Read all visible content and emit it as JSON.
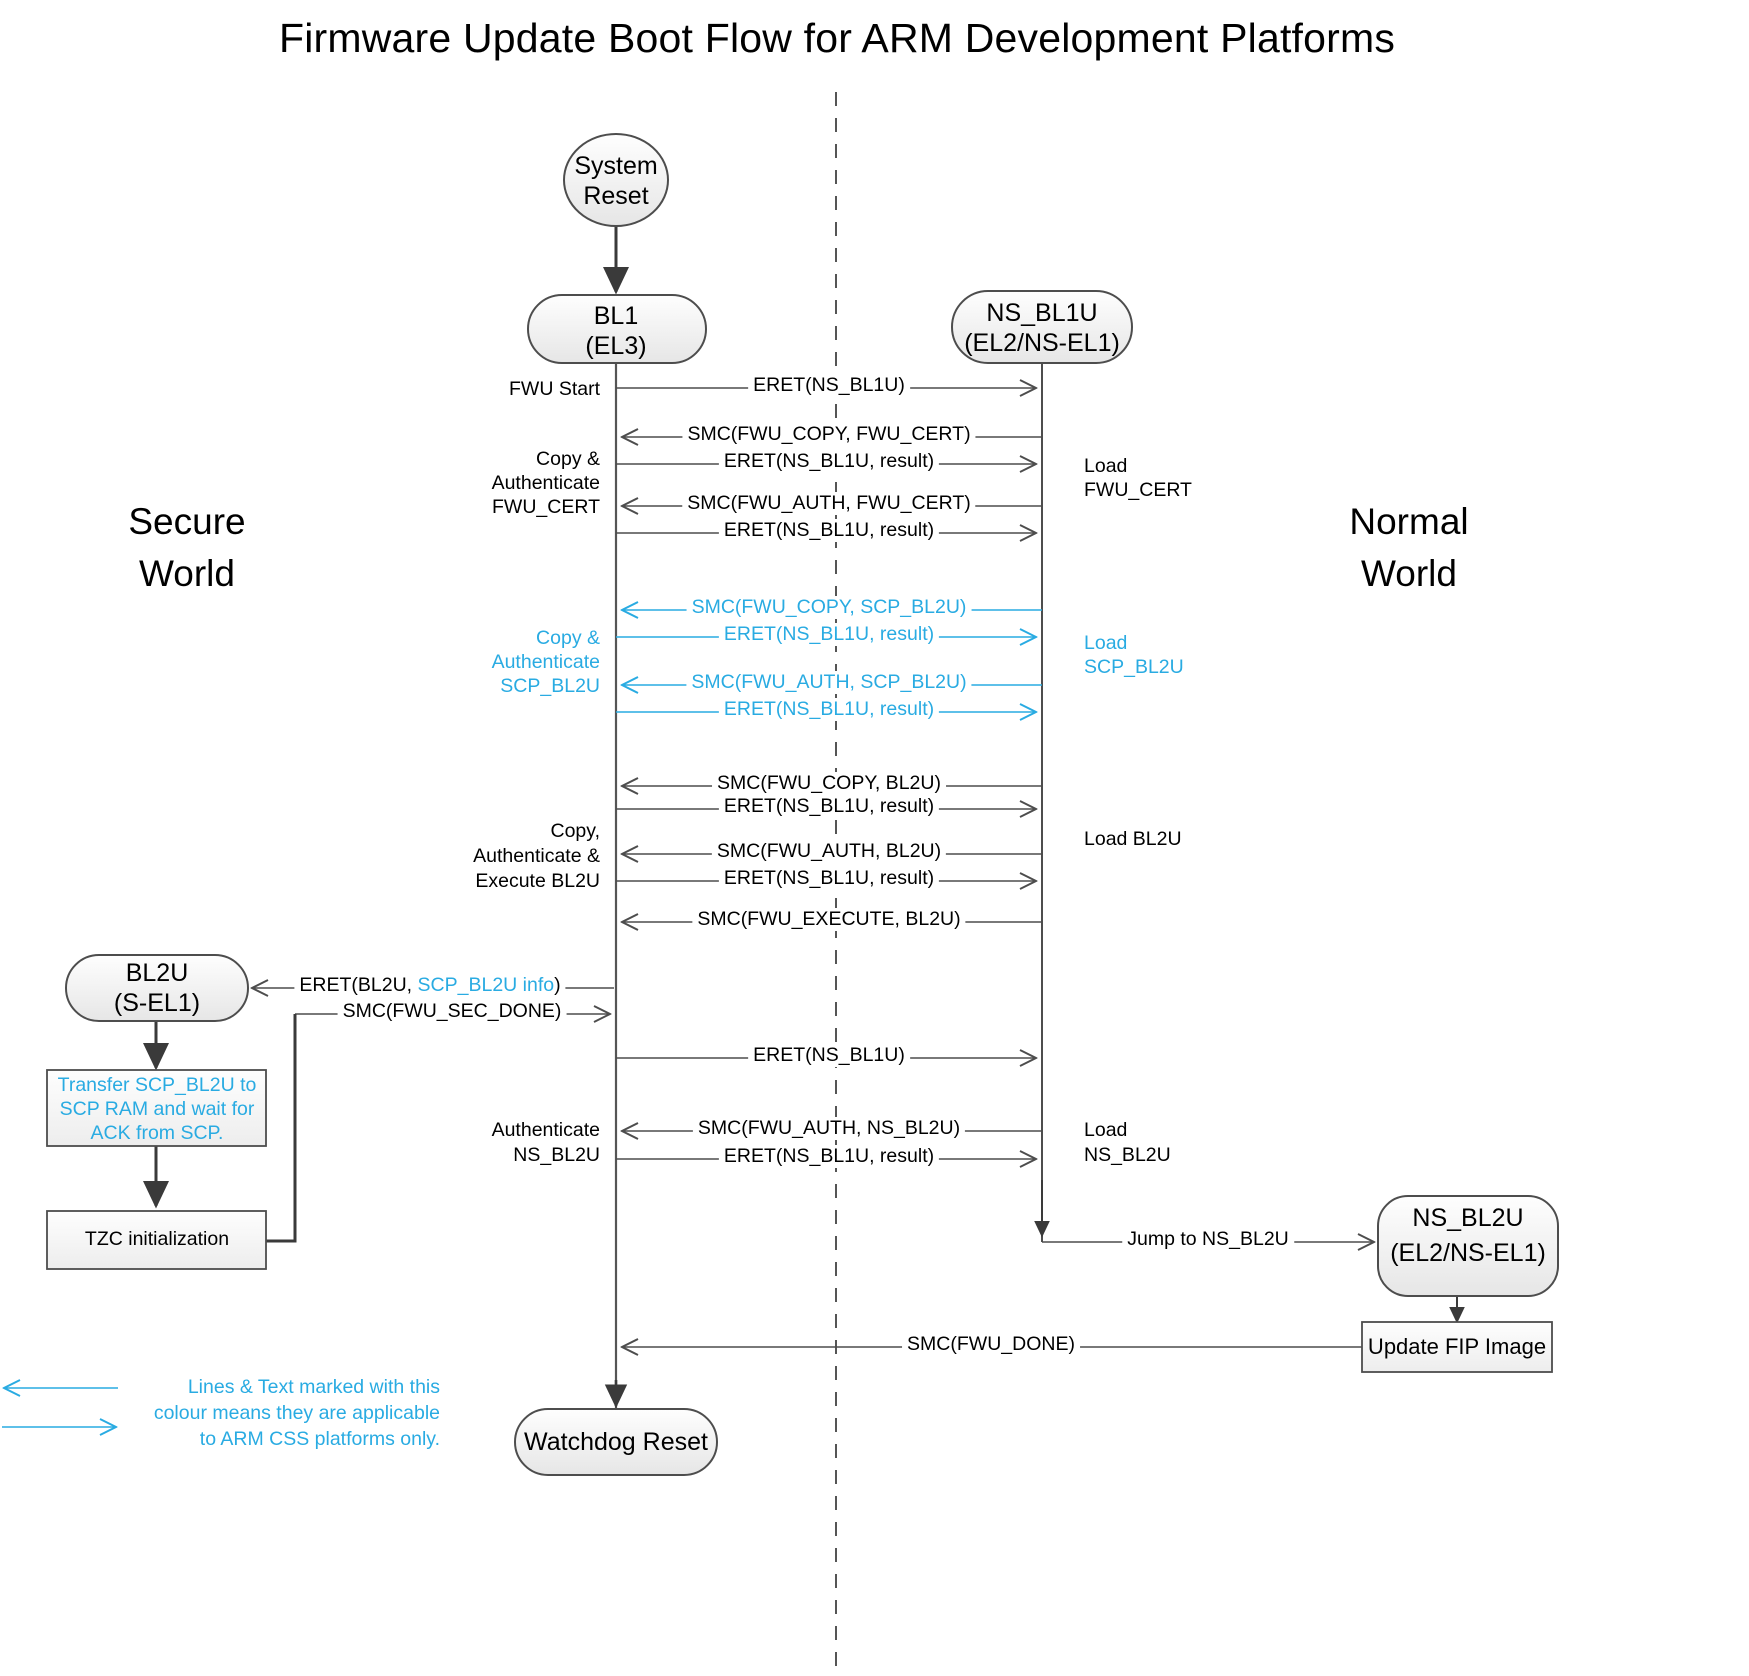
{
  "title": "Firmware Update Boot Flow for ARM Development Platforms",
  "worlds": {
    "secure": "Secure\nWorld",
    "secure_line1": "Secure",
    "secure_line2": "World",
    "normal_line1": "Normal",
    "normal_line2": "World"
  },
  "colors": {
    "cyan": "#29ABE2",
    "line": "#4D4D4D",
    "thin_line": "#3A3A3A",
    "node_fill_top": "#FDFDFD",
    "node_fill_bottom": "#E8E8E8",
    "node_stroke": "#4D4D4D",
    "text": "#000000",
    "background": "#FFFFFF"
  },
  "nodes": {
    "system_reset": {
      "line1": "System",
      "line2": "Reset"
    },
    "bl1": {
      "line1": "BL1",
      "line2": "(EL3)"
    },
    "ns_bl1u": {
      "line1": "NS_BL1U",
      "line2": "(EL2/NS-EL1)"
    },
    "bl2u": {
      "line1": "BL2U",
      "line2": "(S-EL1)"
    },
    "ns_bl2u": {
      "line1": "NS_BL2U",
      "line2": "(EL2/NS-EL1)"
    },
    "watchdog_reset": {
      "line1": "Watchdog Reset"
    },
    "transfer_box": {
      "line1": "Transfer SCP_BL2U to",
      "line2": "SCP RAM and wait for",
      "line3": "ACK from SCP."
    },
    "tzc_box": {
      "line1": "TZC initialization"
    },
    "update_fip_box": {
      "line1": "Update FIP Image"
    }
  },
  "messages": [
    {
      "id": "m1",
      "text": "ERET(NS_BL1U)",
      "dir": "right",
      "cyan": false
    },
    {
      "id": "m2",
      "text": "SMC(FWU_COPY, FWU_CERT)",
      "dir": "left",
      "cyan": false
    },
    {
      "id": "m3",
      "text": "ERET(NS_BL1U, result)",
      "dir": "right",
      "cyan": false
    },
    {
      "id": "m4",
      "text": "SMC(FWU_AUTH, FWU_CERT)",
      "dir": "left",
      "cyan": false
    },
    {
      "id": "m5",
      "text": "ERET(NS_BL1U, result)",
      "dir": "right",
      "cyan": false
    },
    {
      "id": "m6",
      "text": "SMC(FWU_COPY, SCP_BL2U)",
      "dir": "left",
      "cyan": true
    },
    {
      "id": "m7",
      "text": "ERET(NS_BL1U, result)",
      "dir": "right",
      "cyan": true
    },
    {
      "id": "m8",
      "text": "SMC(FWU_AUTH, SCP_BL2U)",
      "dir": "left",
      "cyan": true
    },
    {
      "id": "m9",
      "text": "ERET(NS_BL1U, result)",
      "dir": "right",
      "cyan": true
    },
    {
      "id": "m10",
      "text": "SMC(FWU_COPY, BL2U)",
      "dir": "left",
      "cyan": false
    },
    {
      "id": "m11",
      "text": "ERET(NS_BL1U, result)",
      "dir": "right",
      "cyan": false
    },
    {
      "id": "m12",
      "text": "SMC(FWU_AUTH, BL2U)",
      "dir": "left",
      "cyan": false
    },
    {
      "id": "m13",
      "text": "ERET(NS_BL1U, result)",
      "dir": "right",
      "cyan": false
    },
    {
      "id": "m14",
      "text": "SMC(FWU_EXECUTE, BL2U)",
      "dir": "left",
      "cyan": false
    },
    {
      "id": "m15",
      "text": "SMC(FWU_SEC_DONE)",
      "dir": "right",
      "cyan": false
    },
    {
      "id": "m16",
      "text": "ERET(NS_BL1U)",
      "dir": "right",
      "cyan": false
    },
    {
      "id": "m17",
      "text": "SMC(FWU_AUTH, NS_BL2U)",
      "dir": "left",
      "cyan": false
    },
    {
      "id": "m18",
      "text": "ERET(NS_BL1U, result)",
      "dir": "right",
      "cyan": false
    },
    {
      "id": "m19",
      "text": "Jump to NS_BL2U",
      "dir": "right",
      "cyan": false
    },
    {
      "id": "m20",
      "text": "SMC(FWU_DONE)",
      "dir": "left",
      "cyan": false
    }
  ],
  "eret_bl2u": {
    "part1": "ERET(BL2U, ",
    "part2": "SCP_BL2U info",
    "part3": ")"
  },
  "left_notes": [
    {
      "id": "n1",
      "lines": [
        "FWU Start"
      ],
      "cyan": false
    },
    {
      "id": "n2",
      "lines": [
        "Copy &",
        "Authenticate",
        "FWU_CERT"
      ],
      "cyan": false
    },
    {
      "id": "n3",
      "lines": [
        "Copy &",
        "Authenticate",
        "SCP_BL2U"
      ],
      "cyan": true
    },
    {
      "id": "n4",
      "lines": [
        "Copy,",
        "Authenticate &",
        "Execute BL2U"
      ],
      "cyan": false
    },
    {
      "id": "n5",
      "lines": [
        "Authenticate",
        "NS_BL2U"
      ],
      "cyan": false
    }
  ],
  "right_notes": [
    {
      "id": "r1",
      "lines": [
        "Load",
        "FWU_CERT"
      ],
      "cyan": false
    },
    {
      "id": "r2",
      "lines": [
        "Load",
        "SCP_BL2U"
      ],
      "cyan": true
    },
    {
      "id": "r3",
      "lines": [
        "Load BL2U"
      ],
      "cyan": false
    },
    {
      "id": "r4",
      "lines": [
        "Load",
        "NS_BL2U"
      ],
      "cyan": false
    }
  ],
  "legend": {
    "line1": "Lines & Text marked with this",
    "line2": "colour means they are applicable",
    "line3": "to ARM CSS platforms only."
  }
}
